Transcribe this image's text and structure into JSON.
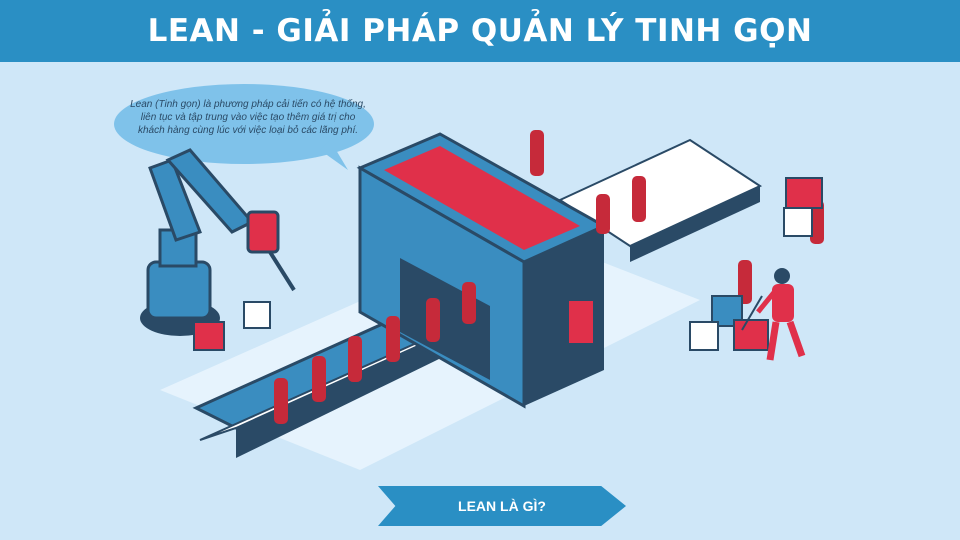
{
  "header": {
    "title": "LEAN - GIẢI PHÁP QUẢN LÝ TINH GỌN"
  },
  "bubble": {
    "text": "Lean (Tinh gọn) là phương pháp cải tiến có hệ thống, liên tục và tập trung vào việc tạo thêm giá trị cho khách hàng cùng lúc với việc loại bỏ các lãng phí."
  },
  "cta": {
    "label": "LEAN LÀ GÌ?"
  },
  "colors": {
    "header_bg": "#2a8fc4",
    "page_bg": "#cfe7f8",
    "machine_blue": "#3a8dc0",
    "machine_dark": "#2a4a66",
    "accent_red": "#d6243a",
    "bottle": "#c62a3a"
  }
}
